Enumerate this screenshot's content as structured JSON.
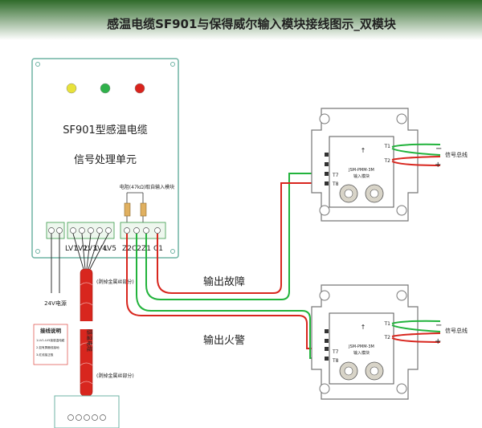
{
  "title": "感温电缆SF901与保得威尔输入模块接线图示_双模块",
  "unit": {
    "line1": "SF901型感温电缆",
    "line2": "信号处理单元",
    "resistor_note": "电阻(47kΩ)取自输入模块",
    "terminals": [
      "LV1",
      "LV2",
      "LV3",
      "LV4",
      "LV5",
      "Z2",
      "C2",
      "Z1",
      "C1"
    ],
    "led_colors": [
      "#e8e23a",
      "#2fb14a",
      "#d9231c"
    ]
  },
  "power_label": "24V电源",
  "cable": {
    "label": "感温电缆",
    "upper_note": "(剥掉金属丝部分)",
    "lower_note": "(剥掉金属丝部分)"
  },
  "wiring_note": {
    "title": "接线说明",
    "lines": [
      "1.LV1-LV5接感温电缆",
      "2.如有屏蔽线接地",
      "3.红线接正极"
    ]
  },
  "signals": {
    "fault": "输出故障",
    "fire": "输出火警"
  },
  "modules": [
    {
      "model": "JSM-PMM-3M",
      "name": "输入模块",
      "t1": "T1",
      "t2": "T2",
      "t7": "T7",
      "t8": "T8",
      "bus_label": "信号总线",
      "minus": "−",
      "plus": "+"
    },
    {
      "model": "JSM-PMM-3M",
      "name": "输入模块",
      "t1": "T1",
      "t2": "T2",
      "t7": "T7",
      "t8": "T8",
      "bus_label": "信号总线",
      "minus": "−",
      "plus": "+"
    }
  ],
  "colors": {
    "green_wire": "#22b33c",
    "red_wire": "#d8261e",
    "frame": "#6fb3a4",
    "title_bg": "#2f6b2a"
  }
}
